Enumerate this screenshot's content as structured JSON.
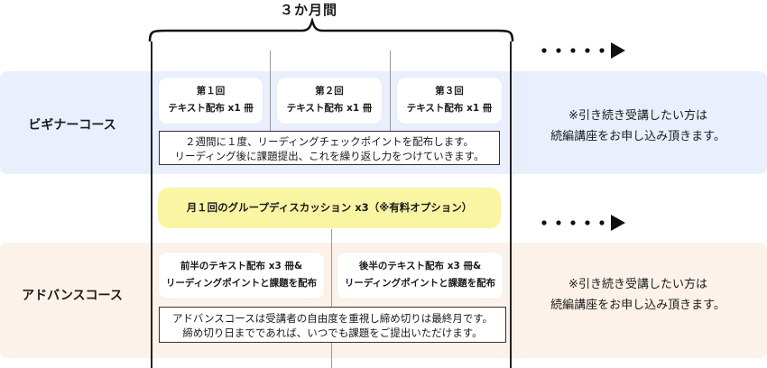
{
  "timeline": {
    "title": "３か月間"
  },
  "beginner": {
    "label": "ビギナーコース",
    "cards": [
      {
        "line1": "第１回",
        "line2": "テキスト配布 x1 冊"
      },
      {
        "line1": "第２回",
        "line2": "テキスト配布 x1 冊"
      },
      {
        "line1": "第３回",
        "line2": "テキスト配布 x1 冊"
      }
    ],
    "description": {
      "line1": "２週間に１度、リーディングチェックポイントを配布します。",
      "line2": "リーディング後に課題提出、これを繰り返し力をつけていきます。"
    },
    "note": {
      "line1": "※引き続き受講したい方は",
      "line2": "続編講座をお申し込み頂きます。"
    }
  },
  "option": {
    "label": "月１回のグループディスカッション x3（※有料オプション）"
  },
  "advanced": {
    "label": "アドバンスコース",
    "cards": [
      {
        "line1": "前半のテキスト配布 x3 冊&",
        "line2": "リーディングポイントと課題を配布"
      },
      {
        "line1": "後半のテキスト配布 x3 冊&",
        "line2": "リーディングポイントと課題を配布"
      }
    ],
    "description": {
      "line1": "アドバンスコースは受講者の自由度を重視し締め切りは最終月です。",
      "line2": "締め切り日までであれば、いつでも課題をご提出いただけます。"
    },
    "note": {
      "line1": "※引き続き受講したい方は",
      "line2": "続編講座をお申し込み頂きます。"
    }
  },
  "colors": {
    "beginner_band": "#e9effc",
    "advanced_band": "#fcf2ea",
    "option_pill": "#faf5a3",
    "arrow": "#111111"
  },
  "icons": {
    "continue_arrow": "dotted-arrow-right-icon",
    "brace": "curly-brace-icon"
  }
}
